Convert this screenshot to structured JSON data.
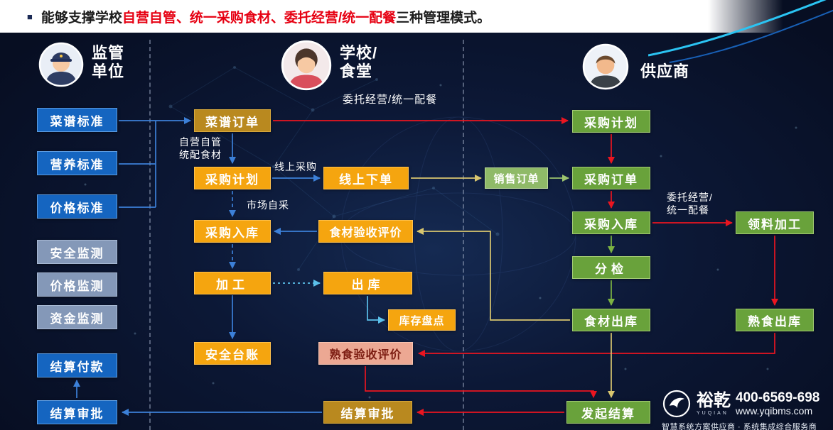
{
  "header": {
    "bullet": "■",
    "title_prefix": "能够支撑学校",
    "title_highlight": "自营自管、统一采购食材、委托经营/统一配餐",
    "title_suffix": "三种管理模式。"
  },
  "lanes": {
    "supervisor": {
      "title": "监管\n单位"
    },
    "school": {
      "title": "学校/\n食堂"
    },
    "supplier": {
      "title": "供应商"
    }
  },
  "nodes": {
    "supervisor": {
      "menu_standard": "菜谱标准",
      "nutrition_standard": "营养标准",
      "price_standard": "价格标准",
      "safety_monitor": "安全监测",
      "price_monitor": "价格监测",
      "fund_monitor": "资金监测",
      "settlement_payment": "结算付款",
      "settlement_approval": "结算审批"
    },
    "school": {
      "menu_order": "菜谱订单",
      "purchase_plan": "采购计划",
      "online_order": "线上下单",
      "purchase_inbound": "采购入库",
      "food_acceptance": "食材验收评价",
      "processing": "加工",
      "outbound": "出库",
      "inventory_check": "库存盘点",
      "safety_ledger": "安全台账",
      "cooked_acceptance": "熟食验收评价",
      "settlement_approval": "结算审批"
    },
    "supplier": {
      "purchase_plan": "采购计划",
      "sales_order": "销售订单",
      "purchase_order": "采购订单",
      "purchase_inbound": "采购入库",
      "material_processing": "领料加工",
      "sorting": "分检",
      "food_outbound": "食材出库",
      "cooked_outbound": "熟食出库",
      "initiate_settlement": "发起结算"
    }
  },
  "edge_labels": {
    "entrust_top": "委托经营/统一配餐",
    "self_operate": "自营自管\n统配食材",
    "online_purchase": "线上采购",
    "market_purchase": "市场自采",
    "entrust_right": "委托经营/\n统一配餐"
  },
  "footer": {
    "brand": "裕乾",
    "brand_sub": "YUQIAN",
    "phone": "400-6569-698",
    "website": "www.yqibms.com",
    "tagline": "智慧系统方案供应商 · 系统集成综合服务商"
  },
  "colors": {
    "background": "#0b1733",
    "title_highlight_red": "#e60012",
    "box_blue": "#1565c0",
    "box_gray": "#8498b8",
    "box_gold": "#f5a50f",
    "box_gold_dark": "#b9891f",
    "box_salmon": "#eca893",
    "box_green": "#69a23b",
    "box_green_light": "#8fba68",
    "arrow_blue": "#3c80d8",
    "arrow_light_blue": "#5bc0eb",
    "arrow_red": "#ea1520",
    "arrow_yellow": "#d9c66f",
    "arrow_green": "#7cb342"
  }
}
